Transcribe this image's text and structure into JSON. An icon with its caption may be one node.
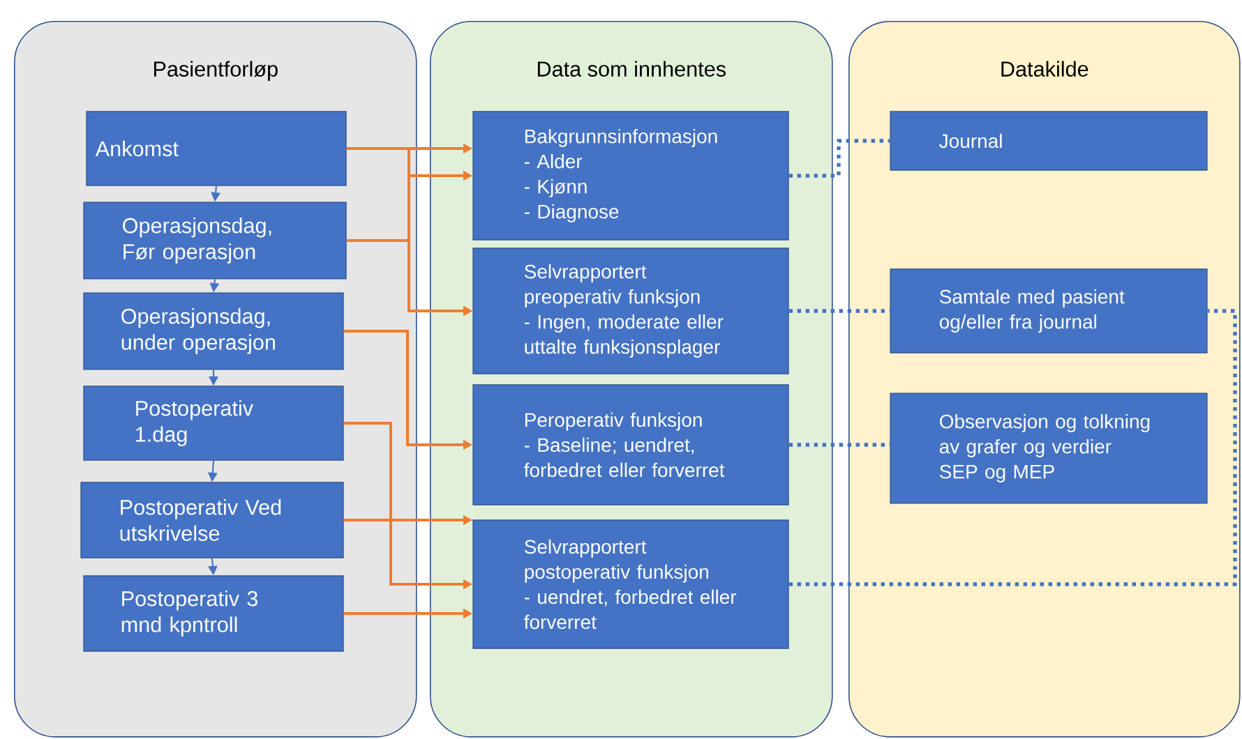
{
  "diagram": {
    "nodes": [
      {
        "text": [
          "Pasientforløp"
        ]
      },
      {
        "text": [
          "Data som innhentes"
        ]
      },
      {
        "text": [
          "Datakilde"
        ]
      },
      {
        "text": [
          "Ankomst"
        ],
        "in": 0
      },
      {
        "text": [
          "Operasjonsdag, Før operasjon"
        ],
        "in": 0
      },
      {
        "text": [
          "Operasjonsdag, under operasjon"
        ],
        "in": 0
      },
      {
        "text": [
          "Postoperativ 1.dag"
        ],
        "in": 0
      },
      {
        "text": [
          "Postoperativ Ved utskrivelse"
        ],
        "in": 0
      },
      {
        "text": [
          "Postoperativ 3 mnd kpntroll"
        ],
        "in": 0
      },
      {
        "text": [
          "Bakgrunnsinformasjon",
          "- Alder",
          "- Kjønn",
          "- Diagnose"
        ],
        "in": 1
      },
      {
        "text": [
          "Selvrapportert preoperativ funksjon",
          "- Ingen, moderate eller uttalte funksjonsplager"
        ],
        "in": 1
      },
      {
        "text": [
          "Peroperativ funksjon",
          "- Baseline; uendret, forbedret eller forverret"
        ],
        "in": 1
      },
      {
        "text": [
          "Selvrapportert postoperativ funksjon",
          "- uendret, forbedret eller forverret"
        ],
        "in": 1
      },
      {
        "text": [
          "Journal"
        ],
        "in": 2
      },
      {
        "text": [
          "Samtale med pasient og/eller fra journal"
        ],
        "in": 2
      },
      {
        "text": [
          "Observasjon og tolkning av grafer og verdier",
          "SEP og MEP"
        ],
        "in": 2
      }
    ],
    "edges": [
      {
        "from": 3,
        "to": 4,
        "arrow": "to"
      },
      {
        "from": 4,
        "to": 5,
        "arrow": "to"
      },
      {
        "from": 5,
        "to": 6,
        "arrow": "to"
      },
      {
        "from": 6,
        "to": 7,
        "arrow": "to"
      },
      {
        "from": 7,
        "to": 8,
        "arrow": "to"
      },
      {
        "from": 3,
        "to": 9,
        "arrow": "to",
        "color": "#ed7d31"
      },
      {
        "from": 3,
        "to": 10,
        "arrow": "to",
        "color": "#ed7d31"
      },
      {
        "from": 4,
        "to": 9,
        "arrow": "to",
        "color": "#ed7d31"
      },
      {
        "from": 4,
        "to": 10,
        "arrow": "to",
        "color": "#ed7d31"
      },
      {
        "from": 5,
        "to": 11,
        "arrow": "to",
        "color": "#ed7d31"
      },
      {
        "from": 6,
        "to": 12,
        "arrow": "to",
        "color": "#ed7d31"
      },
      {
        "from": 7,
        "to": 12,
        "arrow": "to",
        "color": "#ed7d31"
      },
      {
        "from": 8,
        "to": 12,
        "arrow": "to",
        "color": "#ed7d31"
      },
      {
        "from": 9,
        "to": 13,
        "arrow": "none",
        "style": "dashed"
      },
      {
        "from": 10,
        "to": 14,
        "arrow": "none",
        "style": "dashed"
      },
      {
        "from": 11,
        "to": 15,
        "arrow": "none",
        "style": "dashed"
      },
      {
        "from": 12,
        "to": 14,
        "arrow": "none",
        "style": "dashed"
      }
    ]
  }
}
